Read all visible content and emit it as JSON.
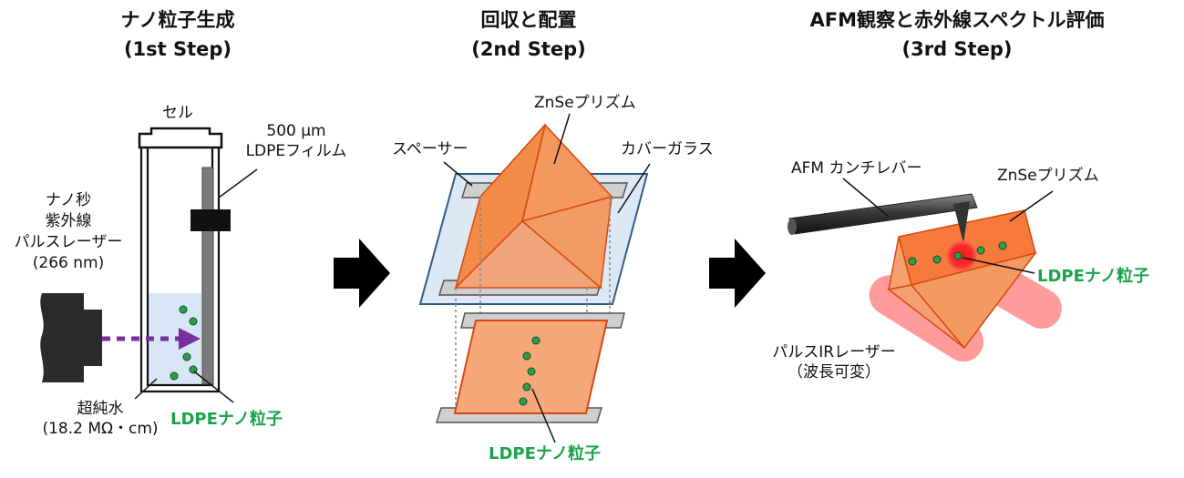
{
  "steps": [
    {
      "title": "ナノ粒子生成",
      "subtitle": "(1st Step)"
    },
    {
      "title": "回収と配置",
      "subtitle": "(2nd Step)"
    },
    {
      "title": "AFM観察と赤外線スペクトル評価",
      "subtitle": "(3rd Step)"
    }
  ],
  "step1": {
    "cell": "セル",
    "film_line1": "500 µm",
    "film_line2": "LDPEフィルム",
    "laser_line1": "ナノ秒",
    "laser_line2": "紫外線",
    "laser_line3": "パルスレーザー",
    "laser_line4": "(266 nm)",
    "water_line1": "超純水",
    "water_line2": "(18.2 MΩ・cm)",
    "particles": "LDPEナノ粒子"
  },
  "step2": {
    "prism": "ZnSeプリズム",
    "spacer": "スペーサー",
    "cover_glass": "カバーガラス",
    "particles": "LDPEナノ粒子"
  },
  "step3": {
    "cantilever": "AFM カンチレバー",
    "prism": "ZnSeプリズム",
    "particles": "LDPEナノ粒子",
    "ir_line1": "パルスIRレーザー",
    "ir_line2": "（波長可変）"
  },
  "colors": {
    "particle_green": "#2e9e4a",
    "label_green": "#1aa34a",
    "prism_orange": "#f08a4b",
    "prism_edge": "#d9480f",
    "laser_purple": "#7a2fa0",
    "water_blue": "#d6e6f5",
    "glass_blue": "#dce8f4",
    "glass_edge": "#2f5d8a",
    "ir_red": "#ff8a8a"
  }
}
